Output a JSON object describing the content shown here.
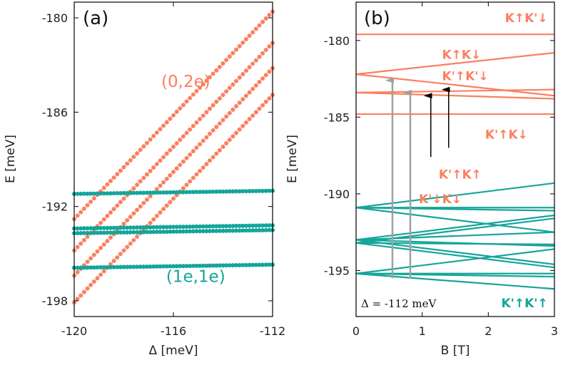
{
  "colors": {
    "orange": "#fa8060",
    "teal": "#14a59a",
    "gray": "#a0a0a0",
    "black": "#000000"
  },
  "chart_data": [
    {
      "type": "scatter",
      "panel_label": "(a)",
      "xlabel": "Δ [meV]",
      "ylabel": "E [meV]",
      "xlim": [
        -120,
        -112
      ],
      "ylim": [
        -199,
        -179
      ],
      "x_ticks": [
        -120,
        -116,
        -112
      ],
      "x_tick_labels": [
        "-120",
        "-116",
        "-112"
      ],
      "y_ticks": [
        -198,
        -192,
        -186,
        -180
      ],
      "y_tick_labels": [
        "-198",
        "-192",
        "-186",
        "-180"
      ],
      "grid": false,
      "series_labels": [
        {
          "text": "(0,2e)",
          "color": "orange",
          "x": -115.5,
          "y": -184.4
        },
        {
          "text": "(1e,1e)",
          "color": "teal",
          "x": -115.1,
          "y": -196.8
        }
      ],
      "series": [
        {
          "group": "(0,2e)",
          "color": "orange",
          "x": [
            -120,
            -112
          ],
          "y": [
            -192.8,
            -179.6
          ]
        },
        {
          "group": "(0,2e)",
          "color": "orange",
          "x": [
            -120,
            -112
          ],
          "y": [
            -194.8,
            -181.6
          ]
        },
        {
          "group": "(0,2e)",
          "color": "orange",
          "x": [
            -120,
            -112
          ],
          "y": [
            -196.4,
            -183.2
          ]
        },
        {
          "group": "(0,2e)",
          "color": "orange",
          "x": [
            -120,
            -112
          ],
          "y": [
            -198.1,
            -184.9
          ]
        },
        {
          "group": "(1e,1e)",
          "color": "teal",
          "x": [
            -120,
            -112
          ],
          "y": [
            -191.2,
            -191.0
          ]
        },
        {
          "group": "(1e,1e)",
          "color": "teal",
          "x": [
            -120,
            -112
          ],
          "y": [
            -193.4,
            -193.2
          ]
        },
        {
          "group": "(1e,1e)",
          "color": "teal",
          "x": [
            -120,
            -112
          ],
          "y": [
            -193.7,
            -193.5
          ]
        },
        {
          "group": "(1e,1e)",
          "color": "teal",
          "x": [
            -120,
            -112
          ],
          "y": [
            -195.9,
            -195.7
          ]
        }
      ]
    },
    {
      "type": "line",
      "panel_label": "(b)",
      "xlabel": "B [T]",
      "ylabel": "E [meV]",
      "xlim": [
        0,
        3
      ],
      "ylim": [
        -198,
        -177.5
      ],
      "x_ticks": [
        0,
        1,
        2,
        3
      ],
      "x_tick_labels": [
        "0",
        "1",
        "2",
        "3"
      ],
      "y_ticks": [
        -195,
        -190,
        -185,
        -180
      ],
      "y_tick_labels": [
        "-195",
        "-190",
        "-185",
        "-180"
      ],
      "grid": false,
      "annotation": "Δ = -112 meV",
      "series": [
        {
          "color": "orange",
          "x": [
            0,
            3
          ],
          "y": [
            -179.6,
            -179.6
          ]
        },
        {
          "color": "orange",
          "x": [
            0,
            3
          ],
          "y": [
            -182.2,
            -180.8
          ]
        },
        {
          "color": "orange",
          "x": [
            0,
            3
          ],
          "y": [
            -182.2,
            -183.6
          ]
        },
        {
          "color": "orange",
          "x": [
            0,
            3
          ],
          "y": [
            -183.4,
            -183.2
          ]
        },
        {
          "color": "orange",
          "x": [
            0,
            3
          ],
          "y": [
            -183.4,
            -183.8
          ]
        },
        {
          "color": "orange",
          "x": [
            0,
            3
          ],
          "y": [
            -184.8,
            -184.8
          ]
        },
        {
          "color": "teal",
          "x": [
            0,
            3
          ],
          "y": [
            -190.9,
            -189.3
          ]
        },
        {
          "color": "teal",
          "x": [
            0,
            3
          ],
          "y": [
            -190.9,
            -190.9
          ]
        },
        {
          "color": "teal",
          "x": [
            0,
            3
          ],
          "y": [
            -190.9,
            -191.1
          ]
        },
        {
          "color": "teal",
          "x": [
            0,
            3
          ],
          "y": [
            -190.9,
            -192.5
          ]
        },
        {
          "color": "teal",
          "x": [
            0,
            3
          ],
          "y": [
            -193.0,
            -191.4
          ]
        },
        {
          "color": "teal",
          "x": [
            0,
            3
          ],
          "y": [
            -193.0,
            -192.5
          ]
        },
        {
          "color": "teal",
          "x": [
            0,
            3
          ],
          "y": [
            -193.0,
            -193.4
          ]
        },
        {
          "color": "teal",
          "x": [
            0,
            3
          ],
          "y": [
            -193.0,
            -194.6
          ]
        },
        {
          "color": "teal",
          "x": [
            0,
            3
          ],
          "y": [
            -193.2,
            -191.6
          ]
        },
        {
          "color": "teal",
          "x": [
            0,
            3
          ],
          "y": [
            -193.2,
            -193.3
          ]
        },
        {
          "color": "teal",
          "x": [
            0,
            3
          ],
          "y": [
            -193.2,
            -194.8
          ]
        },
        {
          "color": "teal",
          "x": [
            0,
            3
          ],
          "y": [
            -195.2,
            -193.6
          ]
        },
        {
          "color": "teal",
          "x": [
            0,
            3
          ],
          "y": [
            -195.2,
            -195.2
          ]
        },
        {
          "color": "teal",
          "x": [
            0,
            3
          ],
          "y": [
            -195.2,
            -195.4
          ]
        },
        {
          "color": "teal",
          "x": [
            0,
            3
          ],
          "y": [
            -195.2,
            -196.2
          ]
        }
      ],
      "state_labels": [
        {
          "text": "K↑K'↓",
          "color": "orange",
          "x": 2.9,
          "y": -178.8,
          "anchor": "end"
        },
        {
          "text": "K↑K↓",
          "color": "orange",
          "x": 1.3,
          "y": -181.2,
          "anchor": "start"
        },
        {
          "text": "K'↑K'↓",
          "color": "orange",
          "x": 1.3,
          "y": -182.6,
          "anchor": "start"
        },
        {
          "text": "K'↑K↓",
          "color": "orange",
          "x": 2.6,
          "y": -186.4,
          "anchor": "end"
        },
        {
          "text": "K'↑K↑",
          "color": "orange",
          "x": 1.25,
          "y": -189.0,
          "anchor": "start"
        },
        {
          "text": "K'↓K↓",
          "color": "orange",
          "x": 0.95,
          "y": -190.6,
          "anchor": "start"
        },
        {
          "text": "K'↑K'↑",
          "color": "teal",
          "x": 2.9,
          "y": -197.4,
          "anchor": "end"
        }
      ],
      "arrows": [
        {
          "color": "gray",
          "x": 0.55,
          "y_from": -195.5,
          "y_to": -182.6
        },
        {
          "color": "gray",
          "x": 0.82,
          "y_from": -195.5,
          "y_to": -183.4
        },
        {
          "color": "black",
          "x": 1.13,
          "y_from": -187.6,
          "y_to": -183.6
        },
        {
          "color": "black",
          "x": 1.4,
          "y_from": -187.0,
          "y_to": -183.2
        }
      ]
    }
  ]
}
